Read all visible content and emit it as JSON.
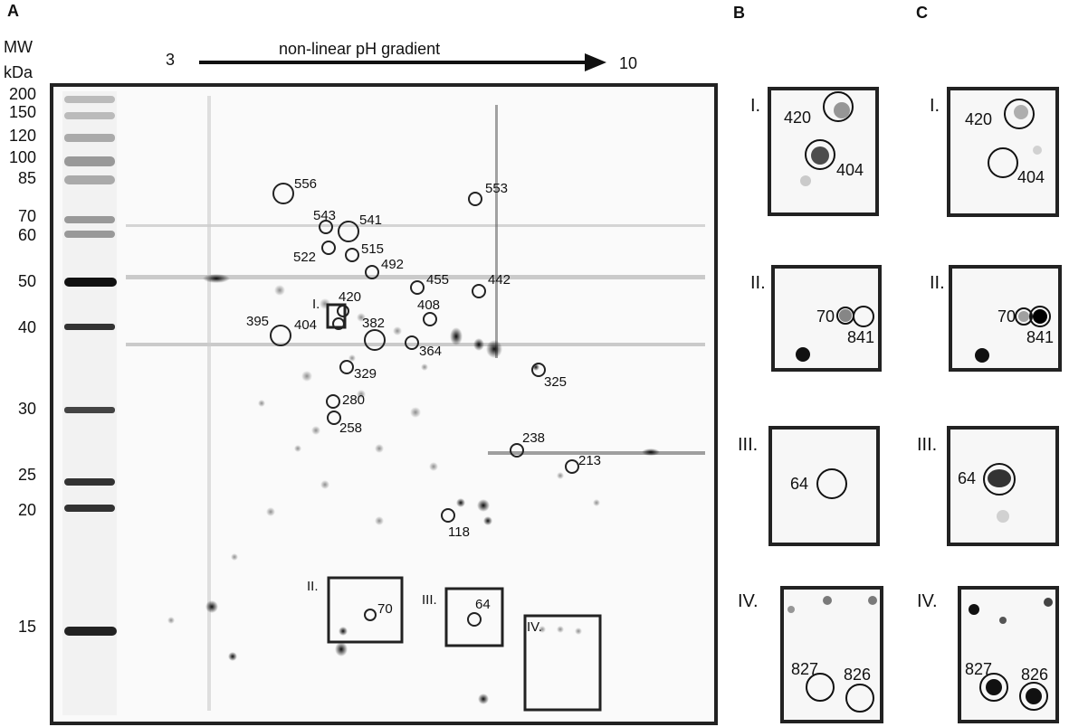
{
  "panels": {
    "A": "A",
    "B": "B",
    "C": "C"
  },
  "mw_header": [
    "MW",
    "kDa"
  ],
  "mw_markers": [
    "200",
    "150",
    "120",
    "100",
    "85",
    "70",
    "60",
    "50",
    "40",
    "30",
    "25",
    "20",
    "15"
  ],
  "ph": {
    "start": "3",
    "end": "10",
    "label": "non-linear pH gradient"
  },
  "gel_spots": [
    "556",
    "543",
    "541",
    "553",
    "522",
    "515",
    "492",
    "455",
    "442",
    "420",
    "404",
    "408",
    "395",
    "382",
    "364",
    "329",
    "325",
    "280",
    "258",
    "238",
    "213",
    "118",
    "70",
    "64"
  ],
  "gel_boxes": [
    "I.",
    "II.",
    "III.",
    "IV."
  ],
  "insets": {
    "I": {
      "roman": "I.",
      "labels": [
        "420",
        "404"
      ]
    },
    "II": {
      "roman": "II.",
      "labels": [
        "70",
        "841"
      ]
    },
    "III": {
      "roman": "III.",
      "labels": [
        "64"
      ]
    },
    "IV": {
      "roman": "IV.",
      "labels": [
        "827",
        "826"
      ]
    }
  }
}
